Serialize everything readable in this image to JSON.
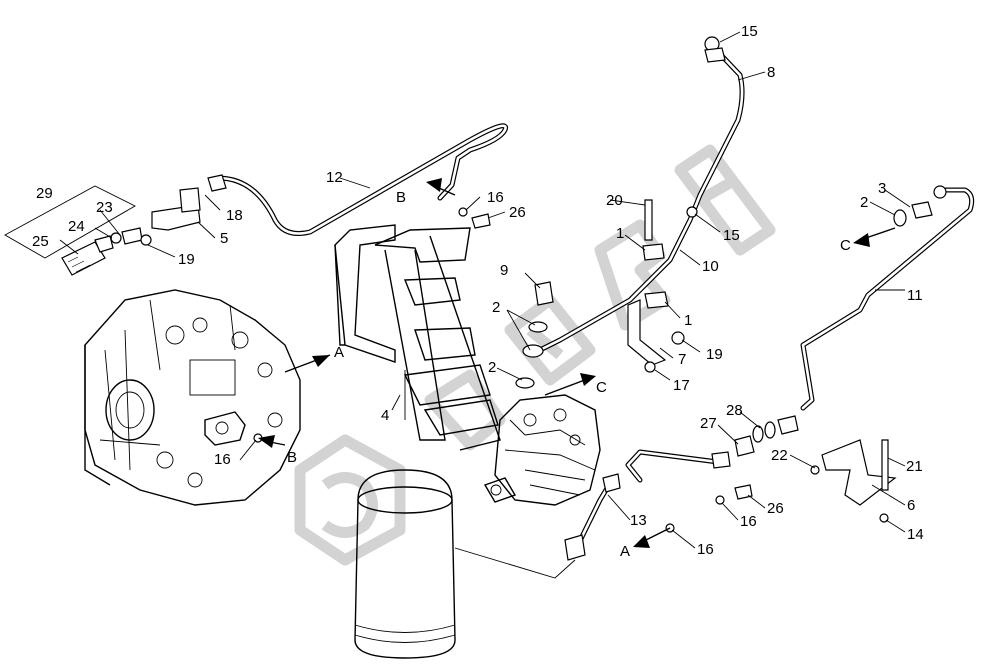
{
  "labels": {
    "A": "A",
    "B": "B",
    "C": "C",
    "l1": "1",
    "l2": "2",
    "l3": "3",
    "l4": "4",
    "l5": "5",
    "l6": "6",
    "l7": "7",
    "l8": "8",
    "l9": "9",
    "l10": "10",
    "l11": "11",
    "l12": "12",
    "l13": "13",
    "l14": "14",
    "l15": "15",
    "l16": "16",
    "l17": "17",
    "l18": "18",
    "l19": "19",
    "l20": "20",
    "l21": "21",
    "l22": "22",
    "l23": "23",
    "l24": "24",
    "l25": "25",
    "l26": "26",
    "l27": "27",
    "l28": "28",
    "l29": "29"
  }
}
